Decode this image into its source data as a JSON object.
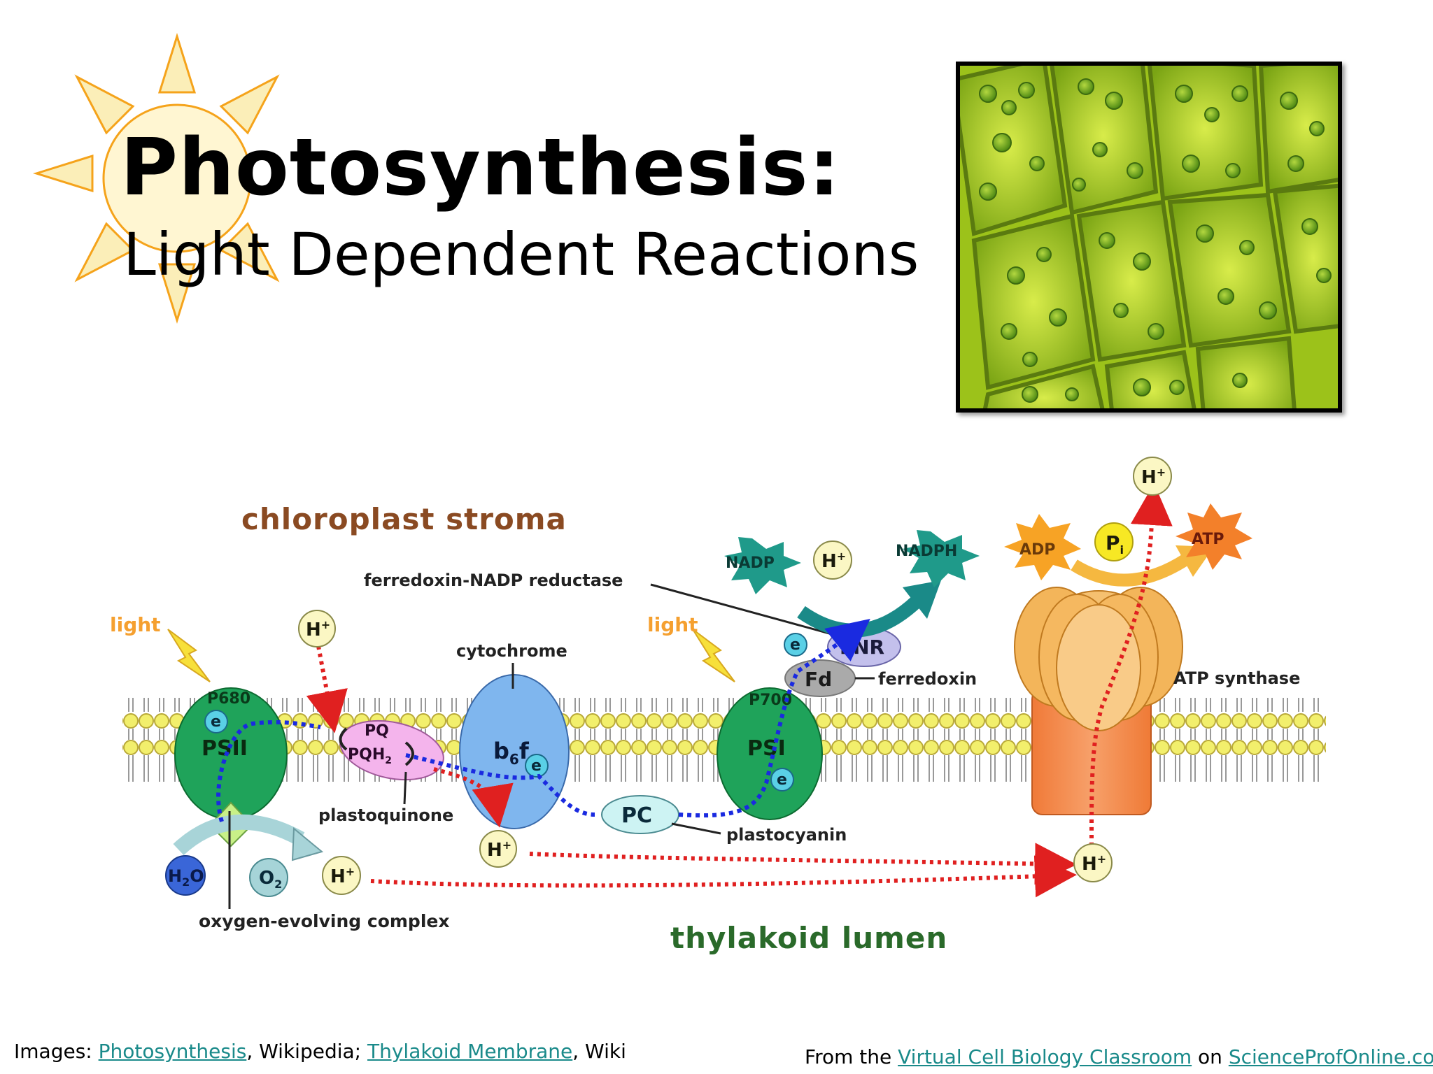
{
  "slide": {
    "title": "Photosynthesis:",
    "subtitle": "Light Dependent Reactions"
  },
  "diagram": {
    "region_top": "chloroplast stroma",
    "region_bottom": "thylakoid lumen",
    "light": "light",
    "p680": "P680",
    "psii": "PSII",
    "p700": "P700",
    "psi": "PSI",
    "electron": "e",
    "pq": "PQ",
    "pqh2": "PQH",
    "pqh2_sub": "2",
    "plastoquinone": "plastoquinone",
    "cytochrome": "cytochrome",
    "b6f": "b",
    "b6f_sub": "6",
    "b6f_f": "f",
    "pc": "PC",
    "plastocyanin": "plastocyanin",
    "fd": "Fd",
    "ferredoxin": "ferredoxin",
    "fnr": "FNR",
    "ferredoxin_nadp_reductase": "ferredoxin-NADP reductase",
    "nadp": "NADP",
    "nadph": "NADPH",
    "hplus": "H",
    "hplus_sup": "+",
    "h2o": "H",
    "h2o_sub": "2",
    "h2o_o": "O",
    "o2": "O",
    "o2_sub": "2",
    "oec": "oxygen-evolving complex",
    "adp": "ADP",
    "pi": "P",
    "pi_sub": "i",
    "atp": "ATP",
    "atp_synthase": "ATP synthase"
  },
  "footer": {
    "left_prefix": "Images: ",
    "link1": "Photosynthesis",
    "left_mid": ", Wikipedia;  ",
    "link2": "Thylakoid Membrane",
    "left_suffix": ", Wiki",
    "right_prefix": "From the  ",
    "link3": "Virtual Cell Biology Classroom",
    "right_mid": " on ",
    "link4": "ScienceProfOnline.com"
  },
  "colors": {
    "psii": "#1fa35a",
    "psi": "#1fa35a",
    "b6f": "#7fb6ee",
    "pq": "#f4b4ec",
    "pc": "#cdf3f3",
    "fnr": "#c3c0ec",
    "fd": "#aaaaaa",
    "h_circle": "#fbf7c4",
    "region_stroma": "#8a4a22",
    "region_lumen": "#2a6a2a",
    "atp_synthase_base": "#f48a48",
    "atp_synthase_head": "#f5b75a",
    "lipid_head": "#f2ef6c",
    "nadp_star": "#1f9a8a",
    "atp_star": "#f59a20",
    "electron_path": "#1a2ae0",
    "proton_path": "#e02020"
  }
}
